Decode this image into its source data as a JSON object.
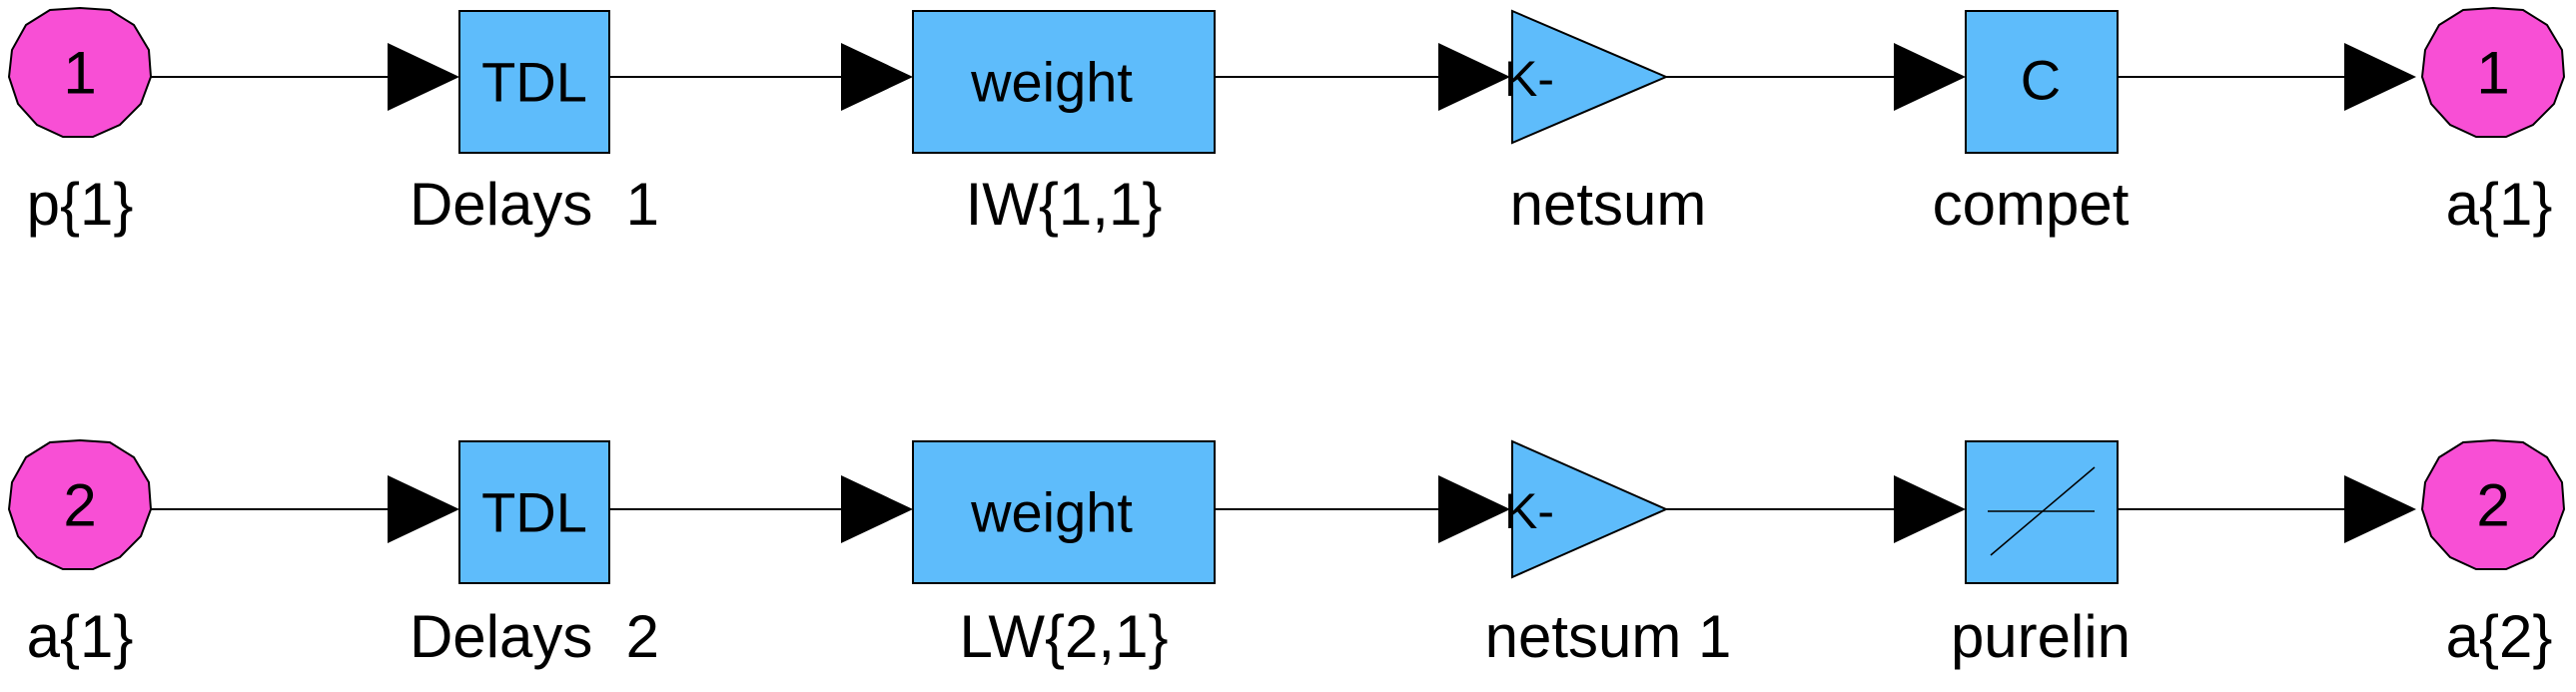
{
  "colors": {
    "block_fill": "#5ebcfb",
    "port_fill": "#f84fd5",
    "line": "#000000",
    "background": "#ffffff"
  },
  "rows": [
    {
      "input_port": {
        "number": "1",
        "label": "p{1}"
      },
      "delay": {
        "text": "TDL",
        "label": "Delays  1"
      },
      "weight": {
        "text": "weight",
        "label": "IW{1,1}"
      },
      "netsum": {
        "text": "K-",
        "label": "netsum"
      },
      "transfer": {
        "text": "C",
        "icon": "text",
        "label": "compet"
      },
      "output_port": {
        "number": "1",
        "label": "a{1}"
      }
    },
    {
      "input_port": {
        "number": "2",
        "label": "a{1}"
      },
      "delay": {
        "text": "TDL",
        "label": "Delays  2"
      },
      "weight": {
        "text": "weight",
        "label": "LW{2,1}"
      },
      "netsum": {
        "text": "K-",
        "label": "netsum 1"
      },
      "transfer": {
        "text": "",
        "icon": "linear-ramp-icon",
        "label": "purelin"
      },
      "output_port": {
        "number": "2",
        "label": "a{2}"
      }
    }
  ]
}
